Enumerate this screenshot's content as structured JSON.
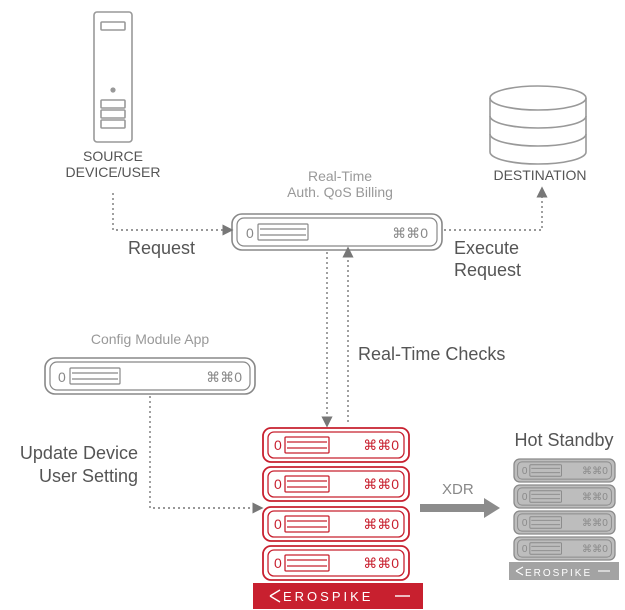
{
  "source": {
    "label_line1": "SOURCE",
    "label_line2": "DEVICE/USER"
  },
  "destination": {
    "label": "DESTINATION"
  },
  "realtime_server": {
    "title_line1": "Real-Time",
    "title_line2": "Auth. QoS Billing",
    "digits": "0",
    "glyph": "⌘⌘0"
  },
  "config_server": {
    "title": "Config Module App",
    "digits": "0",
    "glyph": "⌘⌘0"
  },
  "edges": {
    "request": "Request",
    "execute_line1": "Execute",
    "execute_line2": "Request",
    "realtime_checks": "Real-Time Checks",
    "update_line1": "Update Device",
    "update_line2": "User Setting",
    "xdr": "XDR"
  },
  "hot_standby": {
    "label": "Hot Standby",
    "brand": "EROSPIKE"
  },
  "cluster": {
    "brand": "EROSPIKE"
  },
  "colors": {
    "red": "#c8202f",
    "gray": "#999999",
    "dark": "#555555",
    "arrow": "#8c8c8c"
  }
}
